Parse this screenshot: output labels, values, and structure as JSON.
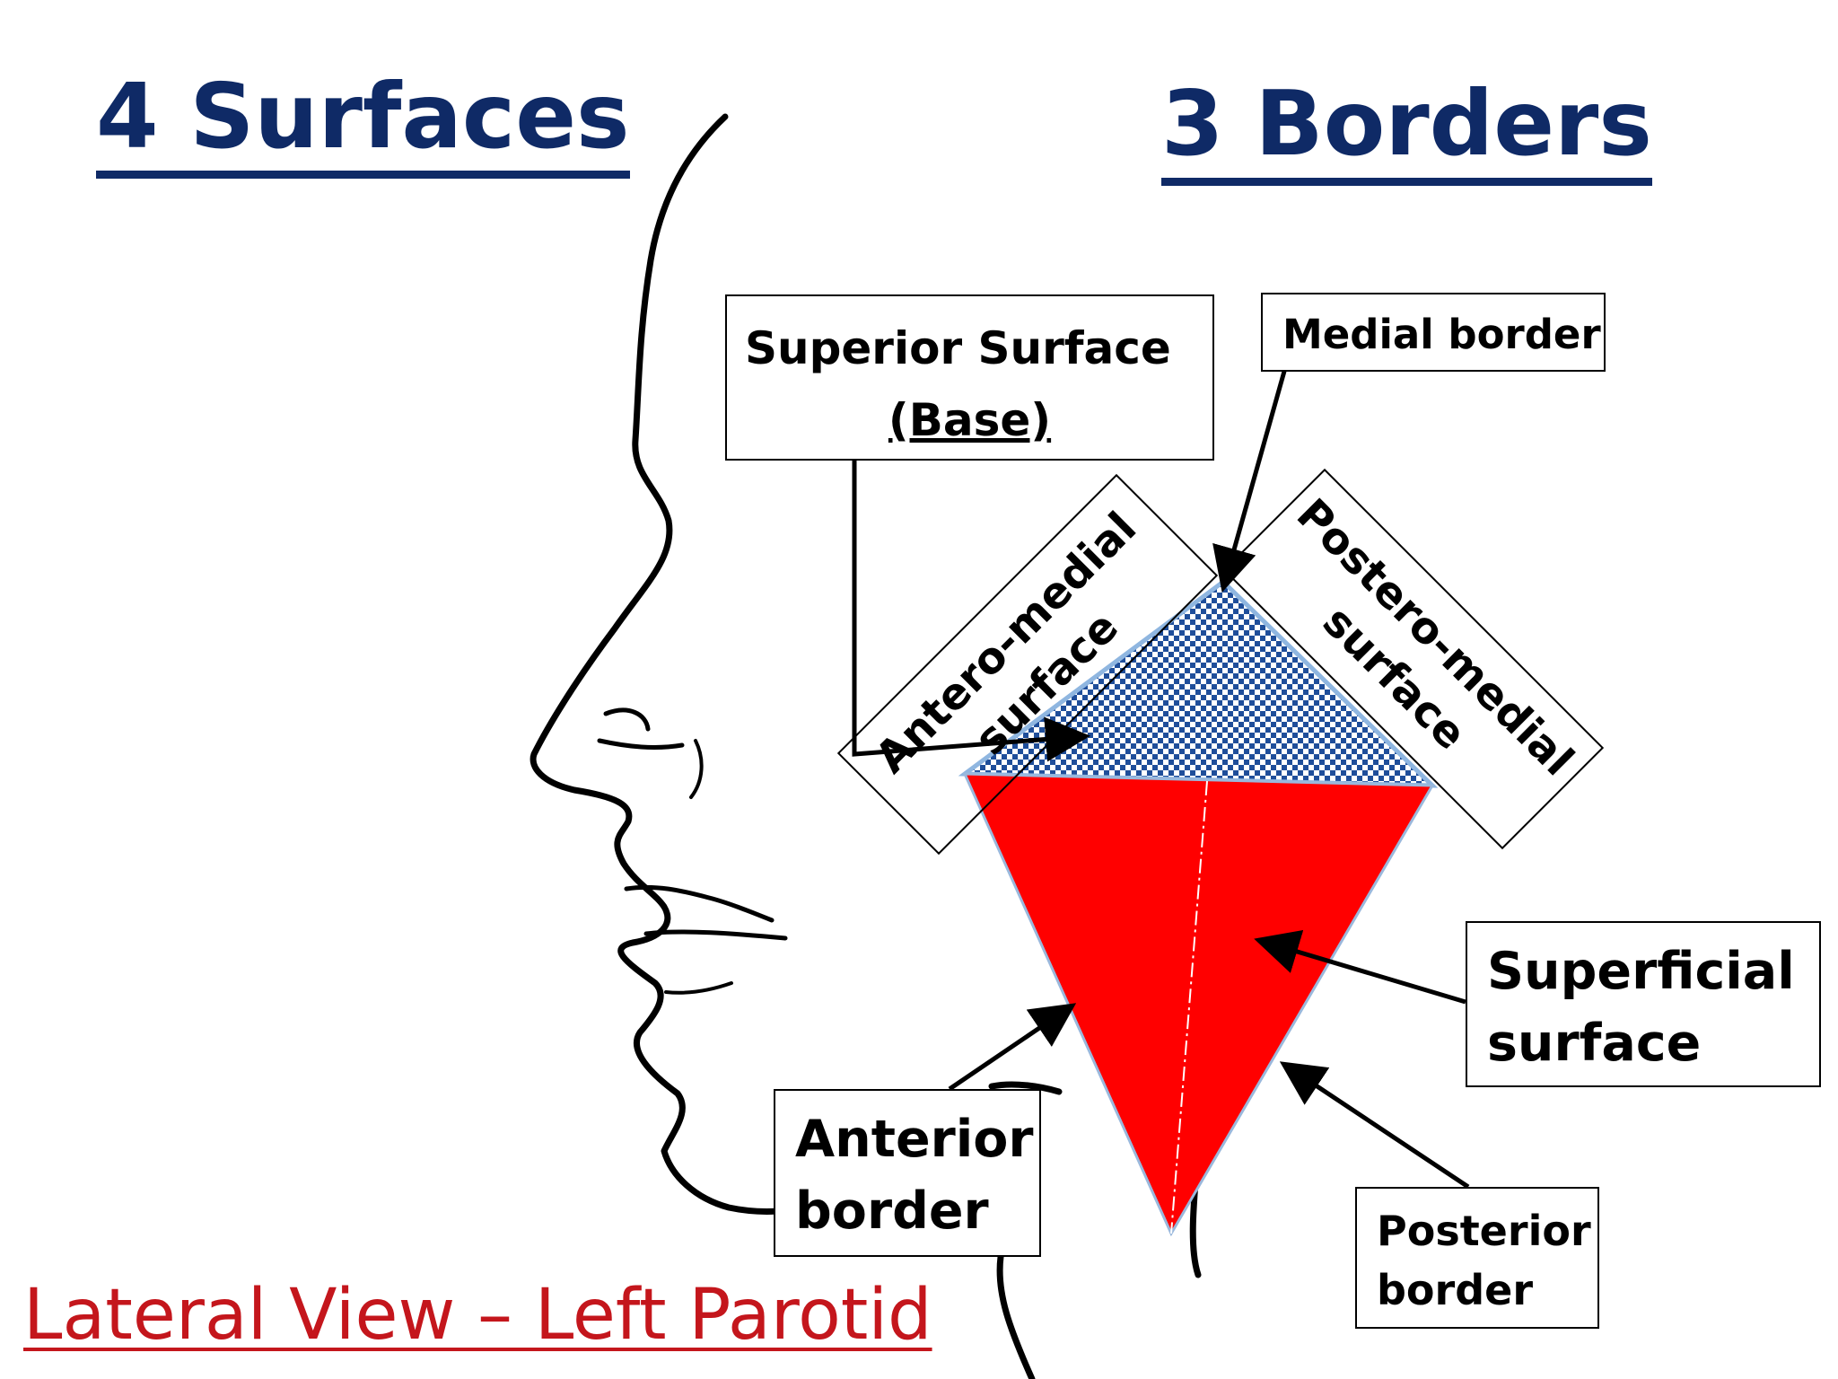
{
  "headings": {
    "left": "4 Surfaces",
    "right": "3 Borders"
  },
  "labels": {
    "superior_line1": "Superior Surface",
    "superior_line2": "(Base)",
    "medial": "Medial border",
    "anteromedial_line1": "Antero-medial",
    "anteromedial_line2": "surface",
    "posteromedial_line1": "Postero-medial",
    "posteromedial_line2": "surface",
    "superficial_line1": "Superficial",
    "superficial_line2": "surface",
    "anterior_line1": "Anterior",
    "anterior_line2": "border",
    "posterior_line1": "Posterior",
    "posterior_line2": "border"
  },
  "caption": "Lateral View – Left Parotid",
  "colors": {
    "heading": "#0f2a66",
    "superficial_fill": "#ff0000",
    "superior_fill": "#1f4e9a",
    "caption": "#c4161c"
  }
}
